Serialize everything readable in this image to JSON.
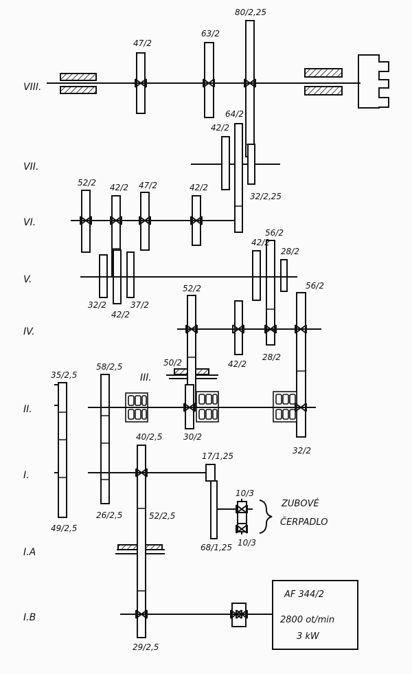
{
  "shafts": [
    "VIII.",
    "VII.",
    "VI.",
    "V.",
    "IV.",
    "III.",
    "II.",
    "I.",
    "I.A",
    "I.B"
  ],
  "gears": [
    "47/2",
    "63/2",
    "80/2,25",
    "64/2",
    "42/2",
    "32/2,25",
    "52/2",
    "42/2",
    "47/2",
    "42/2",
    "42/2",
    "56/2",
    "28/2",
    "32/2",
    "42/2",
    "37/2",
    "52/2",
    "56/2",
    "42/2",
    "28/2",
    "35/2,5",
    "58/2,5",
    "50/2",
    "30/2",
    "32/2",
    "17/1,25",
    "40/2,5",
    "10/3",
    "49/2,5",
    "26/2,5",
    "52/2,5",
    "68/1,25",
    "10/3",
    "29/2,5"
  ],
  "pump": {
    "line1": "ZUBOVÉ",
    "line2": "ČERPADLO"
  },
  "motor": {
    "model": "AF 344/2",
    "speed": "2800 ot/min",
    "power": "3 kW"
  },
  "colors": {
    "ink": "#111111",
    "paper": "#fbfbfb"
  }
}
